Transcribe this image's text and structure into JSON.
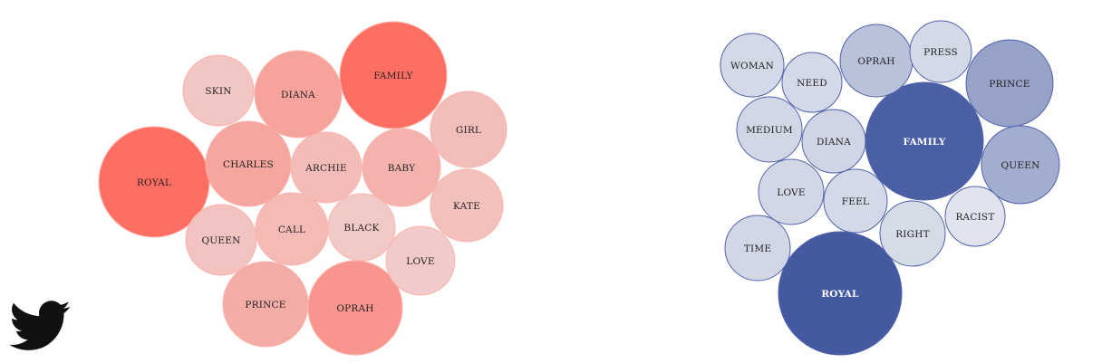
{
  "colors": {
    "left_fill": "#fe6e63",
    "left_stroke": "#fbb2a8",
    "left_pale": "#ede4e4",
    "right_fill": "#4459a0",
    "right_stroke": "#4f62ad",
    "right_pale": "#eceef3",
    "label_dark": "#222222",
    "label_light": "#ffffff",
    "icon": "#111111"
  },
  "icon": "twitter-bird-icon",
  "chart_data": [
    {
      "type": "bubble",
      "title": "",
      "series": [
        {
          "labels": [
            "FAMILY",
            "ROYAL",
            "OPRAH",
            "DIANA",
            "CHARLES",
            "PRINCE",
            "BABY",
            "CALL",
            "ARCHIE",
            "GIRL",
            "KATE",
            "QUEEN",
            "SKIN",
            "BLACK",
            "LOVE"
          ],
          "values": [
            100,
            100,
            62,
            50,
            48,
            42,
            36,
            30,
            28,
            26,
            24,
            22,
            20,
            18,
            16
          ]
        }
      ]
    },
    {
      "type": "bubble",
      "title": "",
      "series": [
        {
          "labels": [
            "ROYAL",
            "FAMILY",
            "PRINCE",
            "QUEEN",
            "OPRAH",
            "DIANA",
            "MEDIUM",
            "WOMAN",
            "NEED",
            "PRESS",
            "LOVE",
            "FEEL",
            "TIME",
            "RIGHT",
            "RACIST"
          ],
          "values": [
            100,
            95,
            45,
            38,
            24,
            12,
            11,
            10,
            10,
            10,
            11,
            10,
            11,
            9,
            4
          ]
        }
      ]
    }
  ]
}
